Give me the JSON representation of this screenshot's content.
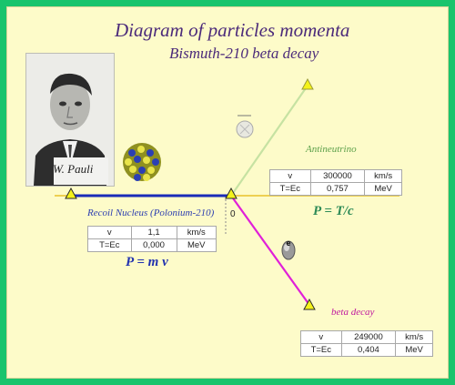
{
  "title": "Diagram of particles momenta",
  "subtitle": "Bismuth-210 beta decay",
  "signature": "W. Pauli",
  "origin_label": "0",
  "antineutrino": {
    "label": "Antineutrino",
    "formula": "P = T/c",
    "table": [
      [
        "v",
        "300000",
        "km/s"
      ],
      [
        "T=Ec",
        "0,757",
        "MeV"
      ]
    ]
  },
  "nucleus": {
    "label": "Recoil Nucleus (Polonium-210)",
    "formula": "P = m v",
    "table": [
      [
        "v",
        "1,1",
        "km/s"
      ],
      [
        "T=Ec",
        "0,000",
        "MeV"
      ]
    ]
  },
  "beta": {
    "label": "beta decay",
    "table": [
      [
        "v",
        "249000",
        "km/s"
      ],
      [
        "T=Ec",
        "0,404",
        "MeV"
      ]
    ]
  },
  "electron_symbol": "e",
  "colors": {
    "frame": "#19c46d",
    "panel": "#fdfbc9",
    "axis": "#e9c22a",
    "nucleus_vector": "#1a2bb8",
    "antineutrino_vector": "#c6e2a2",
    "beta_vector": "#e020d8",
    "handle": "#f4f21a"
  }
}
